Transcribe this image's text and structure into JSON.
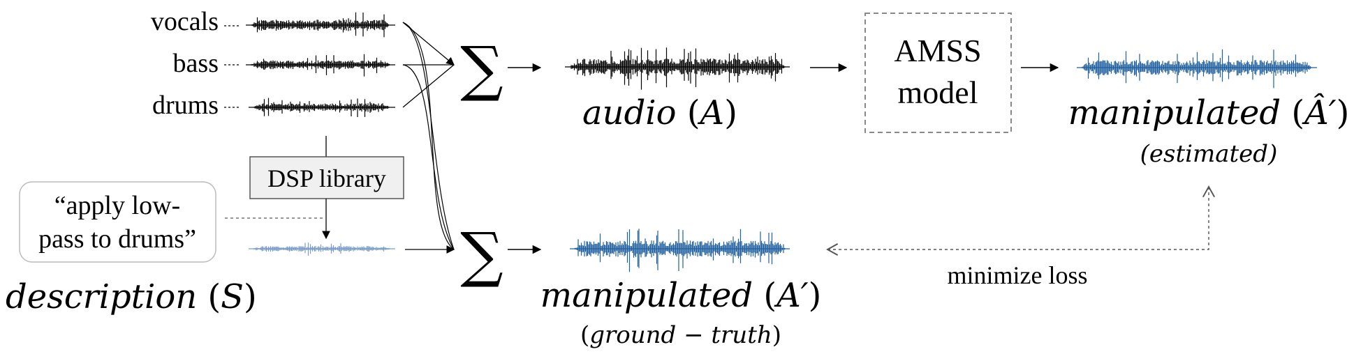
{
  "stems": [
    {
      "key": "vocals",
      "label": "vocals"
    },
    {
      "key": "bass",
      "label": "bass"
    },
    {
      "key": "drums",
      "label": "drums"
    }
  ],
  "sum_symbol": "∑",
  "dsp_library": "DSP library",
  "description_text": {
    "line1": "“apply low-",
    "line2": "pass to drums”"
  },
  "description_label": {
    "word": "description",
    "symbol": "S"
  },
  "audio_label": {
    "word": "audio",
    "symbol": "A"
  },
  "model_box": {
    "line1": "AMSS",
    "line2": "model"
  },
  "estimate_label": {
    "word": "manipulated",
    "symbol": "Â′",
    "sub": "(estimated)"
  },
  "target_label": {
    "word": "manipulated",
    "symbol": "A′",
    "sub_a": "ground",
    "sub_op": "−",
    "sub_b": "truth"
  },
  "loss_label": "minimize loss",
  "colors": {
    "mix": "#000000",
    "manipulated": "#1f5f9e",
    "processed_drums": "#7a9cc6",
    "box_border": "#888888",
    "dsp_fill": "#f0f0f0"
  },
  "icons": [
    "waveform-icon",
    "sum-icon",
    "arrow-icon"
  ]
}
